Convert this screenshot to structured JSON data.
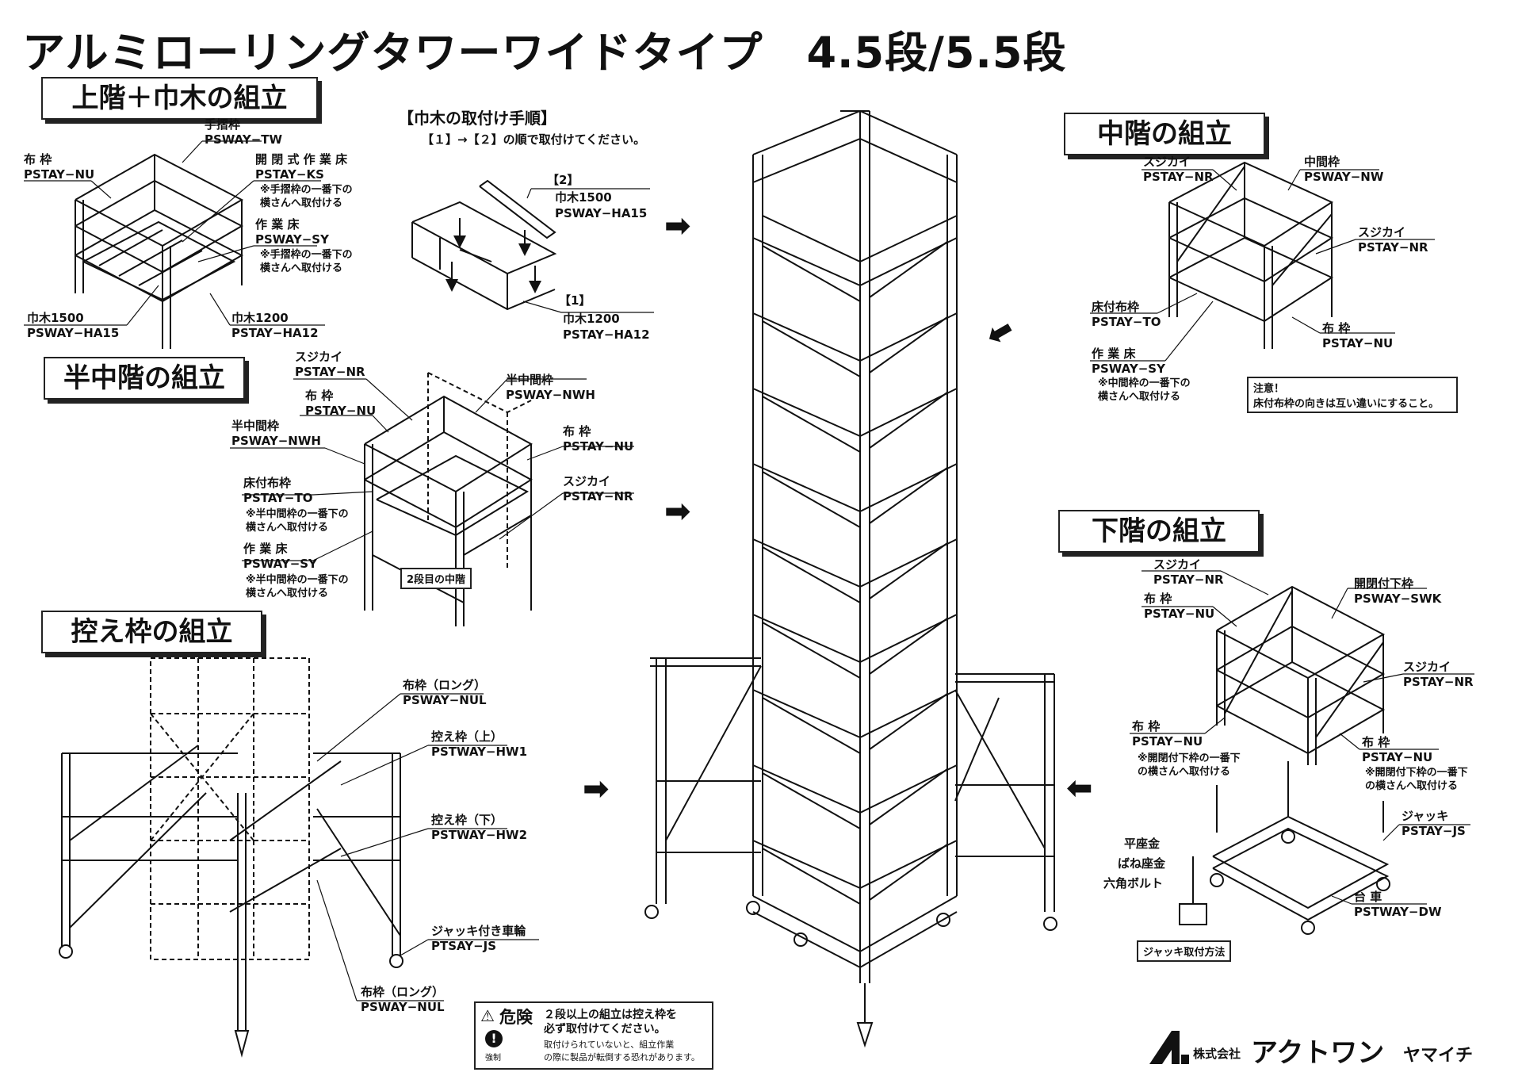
{
  "title": "アルミローリングタワーワイドタイプ　4.5段/5.5段",
  "sections": {
    "upper": "上階＋巾木の組立",
    "half_middle": "半中階の組立",
    "brace": "控え枠の組立",
    "middle": "中階の組立",
    "lower": "下階の組立"
  },
  "toe_board_steps": {
    "heading": "【巾木の取付け手順】",
    "instruction": "【１】→【２】の順で取付けてください。",
    "step2_tag": "【2】",
    "step2_label": "巾木1500",
    "step2_part": "PSWAY−HA15",
    "step1_tag": "【1】",
    "step1_label": "巾木1200",
    "step1_part": "PSTAY−HA12"
  },
  "upper_labels": [
    {
      "name": "手摺枠",
      "part": "PSWAY−TW"
    },
    {
      "name": "布 枠",
      "part": "PSTAY−NU"
    },
    {
      "name": "開 閉 式 作 業 床",
      "part": "PSTAY−KS",
      "note": "※手摺枠の一番下の\n横さんへ取付ける"
    },
    {
      "name": "作 業 床",
      "part": "PSWAY−SY",
      "note": "※手摺枠の一番下の\n横さんへ取付ける"
    },
    {
      "name": "巾木1500",
      "part": "PSWAY−HA15"
    },
    {
      "name": "巾木1200",
      "part": "PSTAY−HA12"
    }
  ],
  "half_middle_labels": [
    {
      "name": "スジカイ",
      "part": "PSTAY−NR"
    },
    {
      "name": "布 枠",
      "part": "PSTAY−NU"
    },
    {
      "name": "半中間枠",
      "part": "PSWAY−NWH"
    },
    {
      "name": "半中間枠",
      "part": "PSWAY−NWH"
    },
    {
      "name": "布 枠",
      "part": "PSTAY−NU"
    },
    {
      "name": "床付布枠",
      "part": "PSTAY−TO",
      "note": "※半中間枠の一番下の\n横さんへ取付ける"
    },
    {
      "name": "スジカイ",
      "part": "PSTAY−NR"
    },
    {
      "name": "作 業 床",
      "part": "PSWAY−SY",
      "note": "※半中間枠の一番下の\n横さんへ取付ける"
    }
  ],
  "half_middle_box": "2段目の中階",
  "brace_labels": [
    {
      "name": "布枠（ロング）",
      "part": "PSWAY−NUL"
    },
    {
      "name": "控え枠（上）",
      "part": "PSTWAY−HW1"
    },
    {
      "name": "控え枠（下）",
      "part": "PSTWAY−HW2"
    },
    {
      "name": "ジャッキ付き車輪",
      "part": "PTSAY−JS"
    },
    {
      "name": "布枠（ロング）",
      "part": "PSWAY−NUL"
    }
  ],
  "middle_labels": [
    {
      "name": "スジカイ",
      "part": "PSTAY−NR"
    },
    {
      "name": "中間枠",
      "part": "PSWAY−NW"
    },
    {
      "name": "スジカイ",
      "part": "PSTAY−NR"
    },
    {
      "name": "床付布枠",
      "part": "PSTAY−TO"
    },
    {
      "name": "布 枠",
      "part": "PSTAY−NU"
    },
    {
      "name": "作 業 床",
      "part": "PSWAY−SY",
      "note": "※中間枠の一番下の\n横さんへ取付ける"
    }
  ],
  "middle_caution": {
    "title": "注意！",
    "text": "床付布枠の向きは互い違いにすること。"
  },
  "lower_labels": [
    {
      "name": "スジカイ",
      "part": "PSTAY−NR"
    },
    {
      "name": "開閉付下枠",
      "part": "PSWAY−SWK"
    },
    {
      "name": "布 枠",
      "part": "PSTAY−NU"
    },
    {
      "name": "スジカイ",
      "part": "PSTAY−NR"
    },
    {
      "name": "布 枠",
      "part": "PSTAY−NU",
      "note": "※開閉付下枠の一番下\nの横さんへ取付ける"
    },
    {
      "name": "布 枠",
      "part": "PSTAY−NU",
      "note": "※開閉付下枠の一番下\nの横さんへ取付ける"
    },
    {
      "name": "ジャッキ",
      "part": "PSTAY−JS"
    },
    {
      "name": "平座金",
      "part": ""
    },
    {
      "name": "ばね座金",
      "part": ""
    },
    {
      "name": "六角ボルト",
      "part": ""
    },
    {
      "name": "台 車",
      "part": "PSTWAY−DW"
    }
  ],
  "jack_box": "ジャッキ取付方法",
  "warning": {
    "level": "危険",
    "headline1": "２段以上の組立は控え枠を",
    "headline2": "必ず取付けてください。",
    "icon_label": "強制",
    "body1": "取付けられていないと、組立作業",
    "body2": "の際に製品が転倒する恐れがあります。"
  },
  "company": {
    "prefix": "株式会社",
    "name": "アクトワン",
    "suffix": "ヤマイチ"
  },
  "colors": {
    "ink": "#111111",
    "paper": "#ffffff"
  }
}
